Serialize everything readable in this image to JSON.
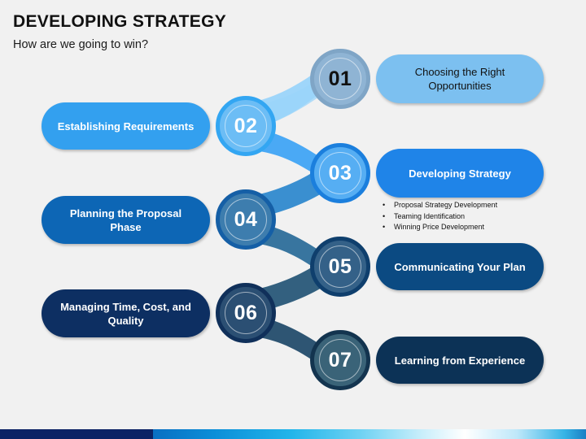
{
  "header": {
    "title": "DEVELOPING STRATEGY",
    "subtitle": "How are we going to win?"
  },
  "nodes": [
    {
      "number": "01",
      "label": "Choosing the Right Opportunities",
      "side": "right",
      "circle_fill": "#8fb4d4",
      "circle_ring": "#7fa5c6",
      "pill_fill": "#7cc0f0",
      "pill_text": "#111111",
      "number_text": "#111111"
    },
    {
      "number": "02",
      "label": "Establishing Requirements",
      "side": "left",
      "circle_fill": "#6cbdf5",
      "circle_ring": "#33a6f2",
      "pill_fill": "#33a0ef",
      "pill_text": "#ffffff",
      "number_text": "#ffffff"
    },
    {
      "number": "03",
      "label": "Developing Strategy",
      "side": "right",
      "circle_fill": "#56aef3",
      "circle_ring": "#1b7fdd",
      "pill_fill": "#1f84e8",
      "pill_text": "#ffffff",
      "number_text": "#ffffff"
    },
    {
      "number": "04",
      "label": "Planning the Proposal Phase",
      "side": "left",
      "circle_fill": "#3d7dae",
      "circle_ring": "#155fa6",
      "pill_fill": "#0d66b5",
      "pill_text": "#ffffff",
      "number_text": "#ffffff"
    },
    {
      "number": "05",
      "label": "Communicating Your Plan",
      "side": "right",
      "circle_fill": "#346188",
      "circle_ring": "#0f3f6d",
      "pill_fill": "#0b4a82",
      "pill_text": "#ffffff",
      "number_text": "#ffffff"
    },
    {
      "number": "06",
      "label": "Managing Time, Cost, and Quality",
      "side": "left",
      "circle_fill": "#2b4f73",
      "circle_ring": "#10305a",
      "pill_fill": "#0d2f62",
      "pill_text": "#ffffff",
      "number_text": "#ffffff"
    },
    {
      "number": "07",
      "label": "Learning from Experience",
      "side": "right",
      "circle_fill": "#3a6378",
      "circle_ring": "#13344f",
      "pill_fill": "#0c3256",
      "pill_text": "#ffffff",
      "number_text": "#ffffff"
    }
  ],
  "bullets": [
    "Proposal Strategy Development",
    "Teaming Identification",
    "Winning Price Development"
  ],
  "bullet_marker": "•",
  "bottom_bar": {
    "navy_color": "#0b2265",
    "gradient_start": "#0a6fc2",
    "gradient_mid": "#ffffff",
    "gradient_end": "#1a7fc4"
  },
  "background_color": "#f1f1f1"
}
